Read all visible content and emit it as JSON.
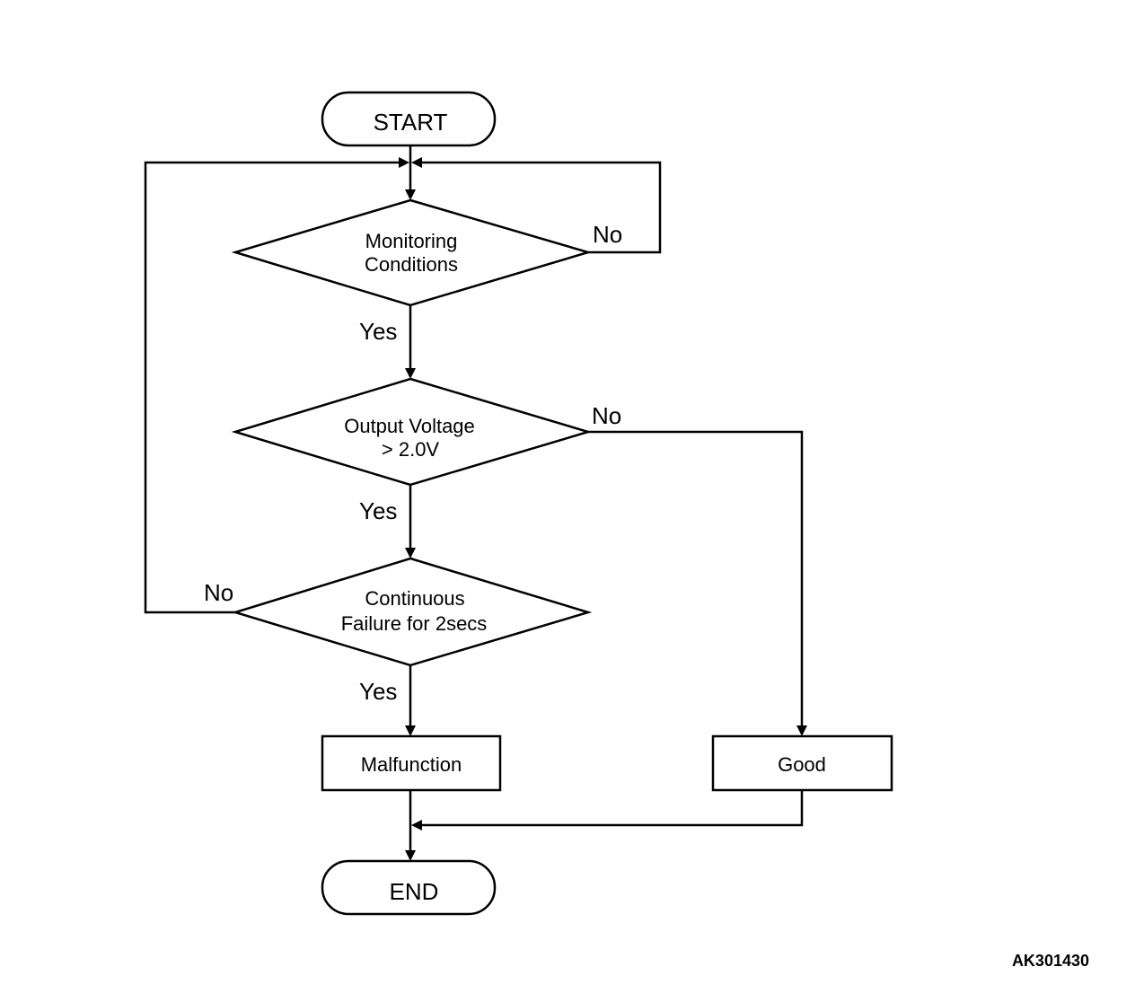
{
  "flowchart": {
    "start": "START",
    "end": "END",
    "decision_1": {
      "line1": "Monitoring",
      "line2": "Conditions"
    },
    "decision_2": {
      "line1": "Output Voltage",
      "line2": "> 2.0V"
    },
    "decision_3": {
      "line1": "Continuous",
      "line2": "Failure for 2secs"
    },
    "process_malfunction": "Malfunction",
    "process_good": "Good",
    "edge_labels": {
      "d1_no": "No",
      "d1_yes": "Yes",
      "d2_no": "No",
      "d2_yes": "Yes",
      "d3_no": "No",
      "d3_yes": "Yes"
    }
  },
  "figure_id": "AK301430"
}
